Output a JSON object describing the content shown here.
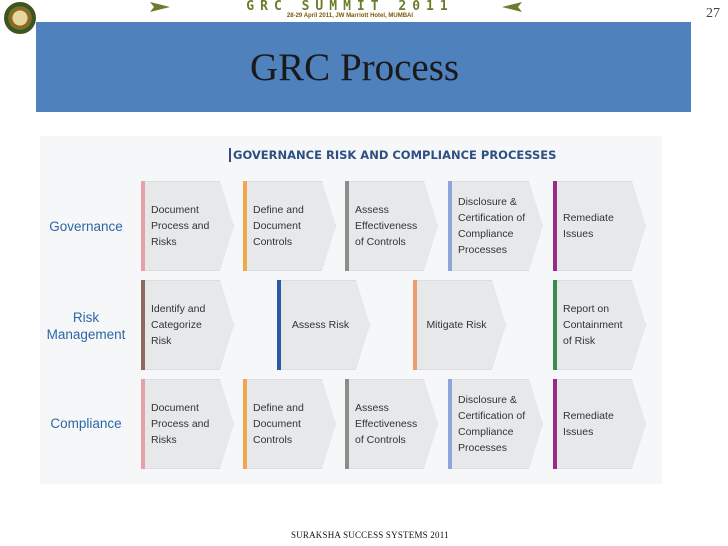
{
  "banner": {
    "title": "GRC SUMMIT 2011",
    "subtitle": "28-29 April 2011, JW Marriott Hotel, MUMBAI"
  },
  "page_number": "27",
  "slide_title": "GRC Process",
  "diagram": {
    "title": "GOVERNANCE RISK AND COMPLIANCE PROCESSES",
    "rows": [
      {
        "label": "Governance",
        "steps": [
          {
            "text": "Document Process and Risks",
            "color": "#e8a0a8"
          },
          {
            "text": "Define and Document Controls",
            "color": "#f0a848"
          },
          {
            "text": "Assess Effectiveness of Controls",
            "color": "#8c8c8c"
          },
          {
            "text": "Disclosure & Certification of Compliance Processes",
            "color": "#8fa4d8"
          },
          {
            "text": "Remediate Issues",
            "color": "#9a2a8a"
          }
        ]
      },
      {
        "label": "Risk Management",
        "steps": [
          {
            "text": "Identify and Categorize Risk",
            "color": "#8c6a60"
          },
          {
            "text": "Assess Risk",
            "color": "#2d5aa8"
          },
          {
            "text": "Mitigate Risk",
            "color": "#f09a70"
          },
          {
            "text": "Report on Containment of Risk",
            "color": "#3a8a50"
          }
        ]
      },
      {
        "label": "Compliance",
        "steps": [
          {
            "text": "Document Process and Risks",
            "color": "#e8a0a8"
          },
          {
            "text": "Define and Document Controls",
            "color": "#f0a848"
          },
          {
            "text": "Assess Effectiveness of Controls",
            "color": "#8c8c8c"
          },
          {
            "text": "Disclosure & Certification of Compliance Processes",
            "color": "#8fa4d8"
          },
          {
            "text": "Remediate Issues",
            "color": "#9a2a8a"
          }
        ]
      }
    ]
  },
  "footer": "SURAKSHA SUCCESS SYSTEMS 2011"
}
